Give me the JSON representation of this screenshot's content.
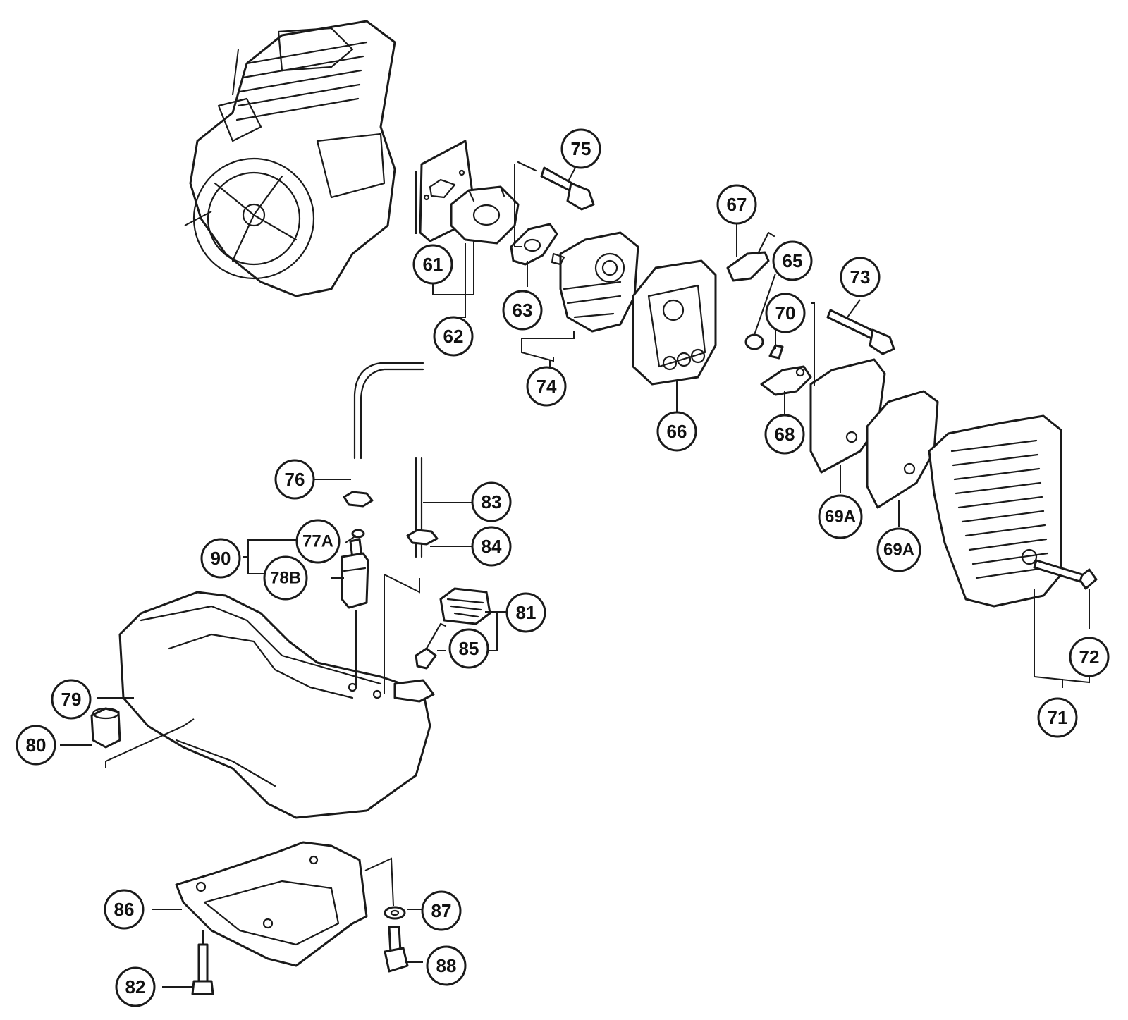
{
  "callouts": [
    {
      "id": "c61",
      "label": "61"
    },
    {
      "id": "c62",
      "label": "62"
    },
    {
      "id": "c63",
      "label": "63"
    },
    {
      "id": "c65",
      "label": "65"
    },
    {
      "id": "c66",
      "label": "66"
    },
    {
      "id": "c67",
      "label": "67"
    },
    {
      "id": "c68",
      "label": "68"
    },
    {
      "id": "c69a1",
      "label": "69A"
    },
    {
      "id": "c69a2",
      "label": "69A"
    },
    {
      "id": "c70",
      "label": "70"
    },
    {
      "id": "c71",
      "label": "71"
    },
    {
      "id": "c72",
      "label": "72"
    },
    {
      "id": "c73",
      "label": "73"
    },
    {
      "id": "c74",
      "label": "74"
    },
    {
      "id": "c75",
      "label": "75"
    },
    {
      "id": "c76",
      "label": "76"
    },
    {
      "id": "c77a",
      "label": "77A"
    },
    {
      "id": "c78b",
      "label": "78B"
    },
    {
      "id": "c79",
      "label": "79"
    },
    {
      "id": "c80",
      "label": "80"
    },
    {
      "id": "c81",
      "label": "81"
    },
    {
      "id": "c82",
      "label": "82"
    },
    {
      "id": "c83",
      "label": "83"
    },
    {
      "id": "c84",
      "label": "84"
    },
    {
      "id": "c85",
      "label": "85"
    },
    {
      "id": "c86",
      "label": "86"
    },
    {
      "id": "c87",
      "label": "87"
    },
    {
      "id": "c88",
      "label": "88"
    },
    {
      "id": "c90",
      "label": "90"
    }
  ]
}
